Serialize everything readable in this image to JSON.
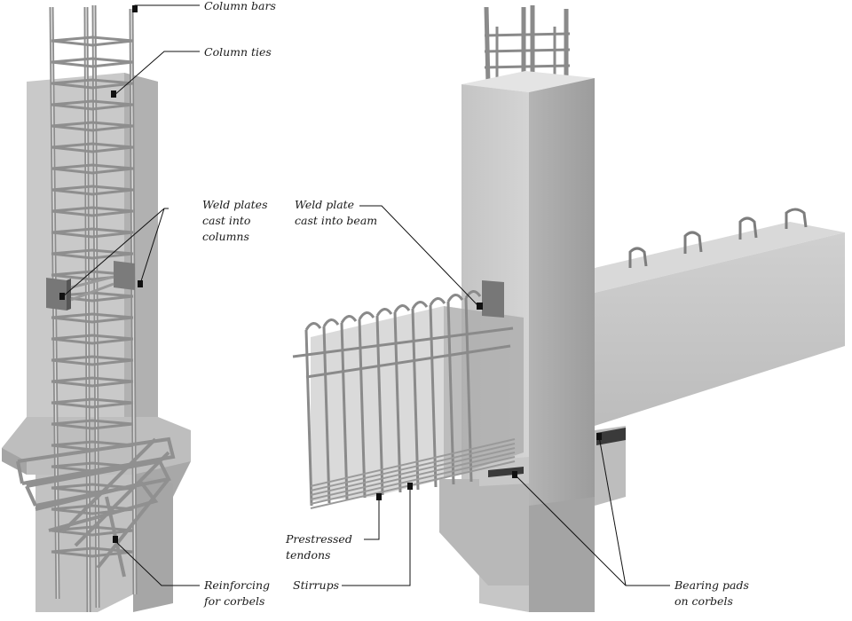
{
  "labels": {
    "column_bars": "Column bars",
    "column_ties": "Column ties",
    "weld_plates_l1": "Weld plates",
    "weld_plates_l2": "cast into",
    "weld_plates_l3": "columns",
    "weld_plate_beam_l1": "Weld plate",
    "weld_plate_beam_l2": "cast into beam",
    "prestressed_l1": "Prestressed",
    "prestressed_l2": "tendons",
    "stirrups": "Stirrups",
    "reinforcing_l1": "Reinforcing",
    "reinforcing_l2": "for corbels",
    "bearing_l1": "Bearing pads",
    "bearing_l2": "on corbels"
  },
  "colors": {
    "concrete_front": "#c9c9c9",
    "concrete_side": "#a9a9a9",
    "concrete_top": "#e2e2e2",
    "ghost_concrete": "#bdbdbd",
    "rebar": "#8a8a8a",
    "rebar_light": "#d6d6d6",
    "plate": "#6e6e6e",
    "leader": "#111111"
  }
}
